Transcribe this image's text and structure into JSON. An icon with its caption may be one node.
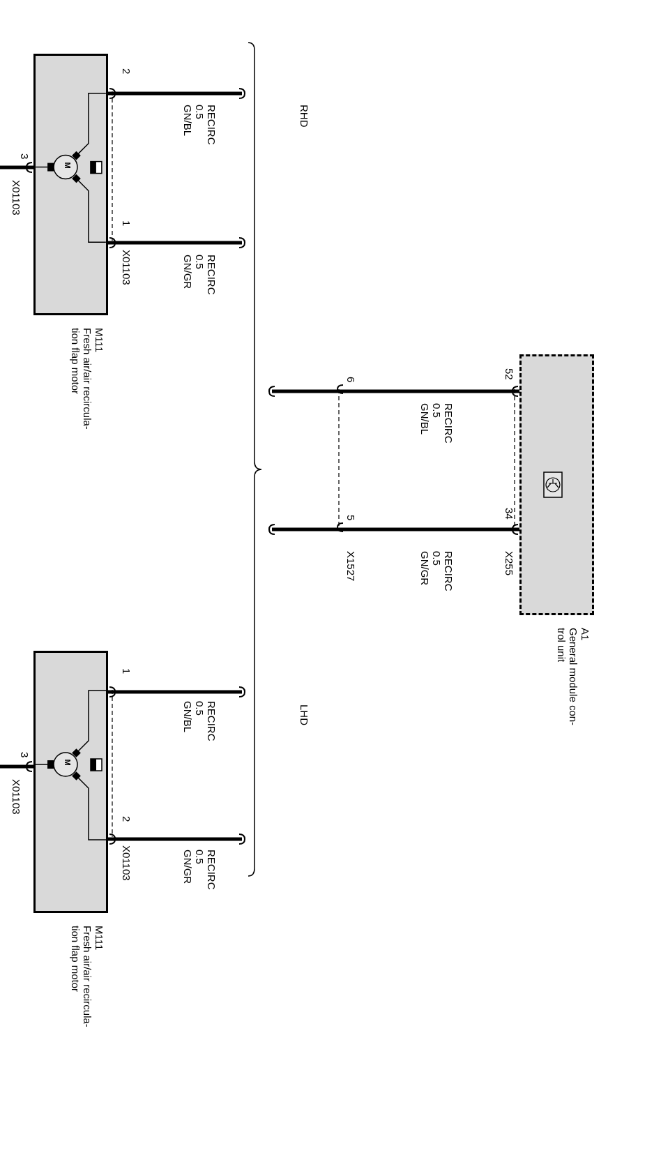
{
  "diagram": {
    "nodes": [
      {
        "text": [
          "M111",
          "Fresh air/air recircula- tion flap motor"
        ]
      },
      {
        "text": [
          "A1",
          "General module con- trol unit"
        ]
      },
      {
        "text": [
          "M111",
          "Fresh air/air recircula- tion flap motor"
        ]
      }
    ],
    "edges": [
      {
        "from": 0,
        "to": null,
        "arrow": "none",
        "label": "RECIRC 0.5 GN/BL"
      },
      {
        "from": 0,
        "to": null,
        "arrow": "none",
        "label": "RECIRC 0.5 GN/GR"
      },
      {
        "from": 0,
        "to": null,
        "arrow": "none"
      },
      {
        "from": 1,
        "to": null,
        "arrow": "none",
        "label": "RECIRC 0.5 GN/BL"
      },
      {
        "from": 1,
        "to": null,
        "arrow": "none",
        "label": "RECIRC 0.5 GN/GR"
      },
      {
        "from": 2,
        "to": null,
        "arrow": "none",
        "label": "RECIRC 0.5 GN/BL"
      },
      {
        "from": 2,
        "to": null,
        "arrow": "none",
        "label": "RECIRC 0.5 GN/GR"
      },
      {
        "from": 2,
        "to": null,
        "arrow": "none"
      }
    ],
    "labels": [
      "RHD",
      "2",
      "1",
      "X01103",
      "3",
      "X01103",
      "52",
      "34",
      "X255",
      "6",
      "5",
      "X1527",
      "LHD",
      "1",
      "2",
      "X01103",
      "3",
      "X01103",
      "M",
      "M"
    ]
  }
}
